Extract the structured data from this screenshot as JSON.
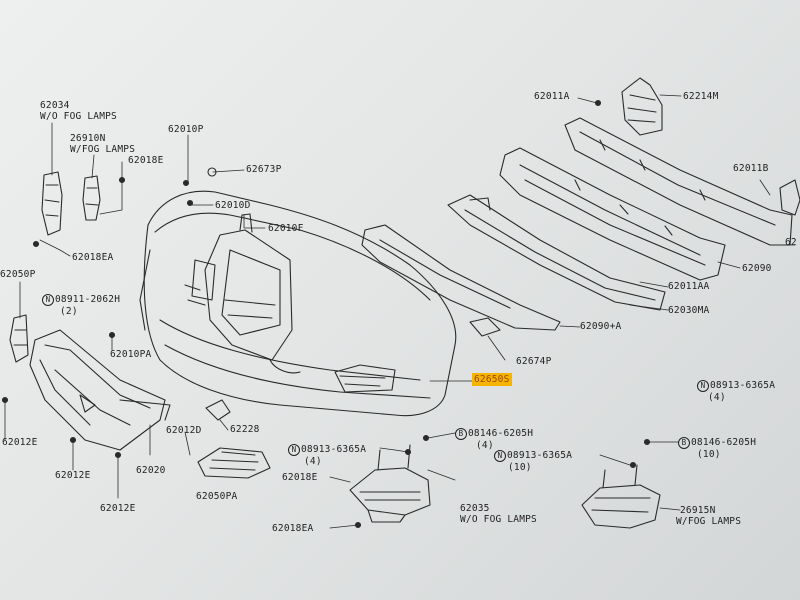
{
  "labels": {
    "p62034": "62034",
    "wo_fog_1": "W/O FOG LAMPS",
    "p26910n": "26910N",
    "w_fog_1": "W/FOG LAMPS",
    "p62018e_top": "62018E",
    "p62010p": "62010P",
    "p62673p": "62673P",
    "p62010d": "62010D",
    "p62010f": "62010F",
    "p62018ea_top": "62018EA",
    "p62050p": "62050P",
    "n08911": "08911-2062H",
    "q2": "(2)",
    "p62010pa": "62010PA",
    "p62012e_a": "62012E",
    "p62012e_b": "62012E",
    "p62012e_c": "62012E",
    "p62020": "62020",
    "p62012d": "62012D",
    "p62228": "62228",
    "p62050pa": "62050PA",
    "n08913_a": "08913-6365A",
    "q4_a": "(4)",
    "p62018e_bot": "62018E",
    "p62018ea_bot": "62018EA",
    "b08146_a": "08146-6205H",
    "q4_b": "(4)",
    "n08913_b": "08913-6365A",
    "q10_a": "(10)",
    "p62035": "62035",
    "wo_fog_2": "W/O FOG LAMPS",
    "p62650s": "62650S",
    "p62674p": "62674P",
    "p62090a": "62090+A",
    "p62030ma": "62030MA",
    "p62011aa": "62011AA",
    "p62090": "62090",
    "p62011b": "62011B",
    "p62_cut": "62",
    "p62011a": "62011A",
    "p62214m": "62214M",
    "n08913_c": "08913-6365A",
    "q4_c": "(4)",
    "b08146_b": "08146-6205H",
    "q10_b": "(10)",
    "p26915n": "26915N",
    "w_fog_2": "W/FOG LAMPS"
  },
  "symbols": {
    "nut": "N",
    "bolt": "B"
  },
  "colors": {
    "highlight": "#f5b400",
    "line": "#2a2a2a"
  }
}
